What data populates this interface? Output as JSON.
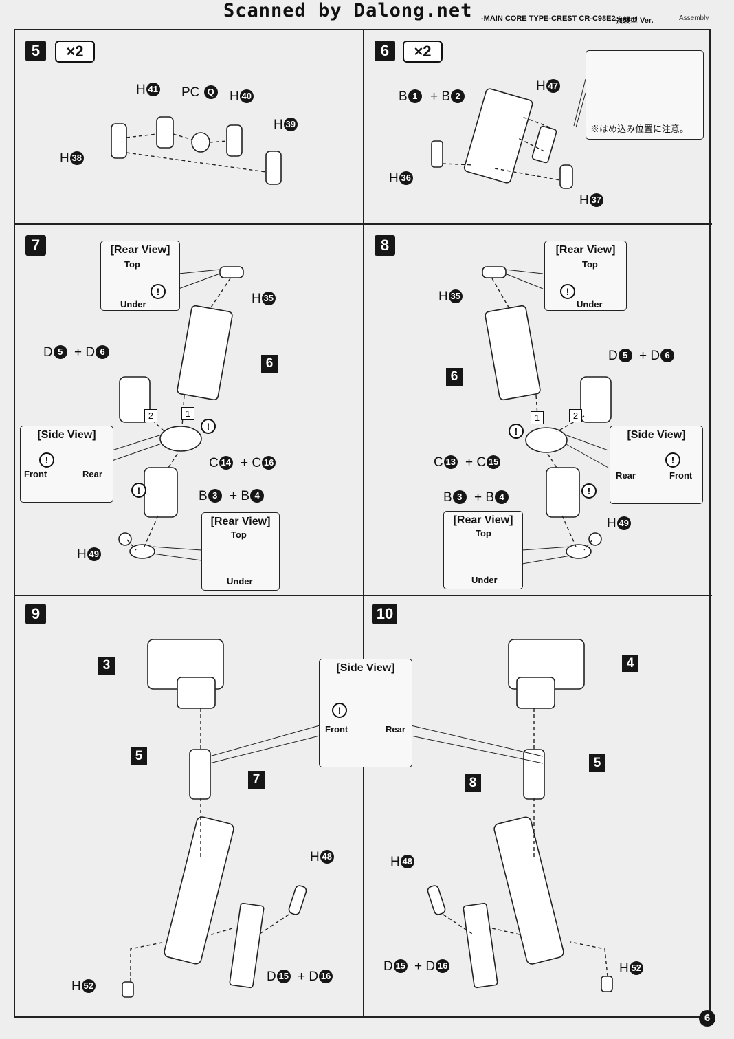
{
  "banner": "Scanned by Dalong.net",
  "header": {
    "model": "-MAIN CORE TYPE-CREST  CR-C98E2",
    "version": "強襲型 Ver.",
    "section": "Assembly"
  },
  "steps": {
    "s5": {
      "number": "5",
      "mult": "×2",
      "labels": {
        "h41": {
          "p": "H",
          "n": "41"
        },
        "pcq": {
          "p": "PC",
          "n": "Q"
        },
        "h40": {
          "p": "H",
          "n": "40"
        },
        "h39": {
          "p": "H",
          "n": "39"
        },
        "h38": {
          "p": "H",
          "n": "38"
        }
      }
    },
    "s6": {
      "number": "6",
      "mult": "×2",
      "labels": {
        "b1": {
          "p": "B",
          "n": "1"
        },
        "b2": {
          "p": "+ B",
          "n": "2"
        },
        "h47": {
          "p": "H",
          "n": "47"
        },
        "h36": {
          "p": "H",
          "n": "36"
        },
        "h37": {
          "p": "H",
          "n": "37"
        }
      },
      "note": "※はめ込み位置に注意。"
    },
    "s7": {
      "number": "7",
      "labels": {
        "h35": {
          "p": "H",
          "n": "35"
        },
        "d5": {
          "p": "D",
          "n": "5"
        },
        "d6": {
          "p": "+ D",
          "n": "6"
        },
        "c14": {
          "p": "C",
          "n": "14"
        },
        "c16": {
          "p": "+ C",
          "n": "16"
        },
        "b3": {
          "p": "B",
          "n": "3"
        },
        "b4": {
          "p": "+ B",
          "n": "4"
        },
        "h49": {
          "p": "H",
          "n": "49"
        }
      },
      "callout": "6",
      "order1": "1",
      "order2": "2",
      "rear_view_top": {
        "title": "[Rear View]",
        "top": "Top",
        "under": "Under"
      },
      "side_view": {
        "title": "[Side View]",
        "front": "Front",
        "rear": "Rear"
      },
      "rear_view_bottom": {
        "title": "[Rear View]",
        "top": "Top",
        "under": "Under"
      }
    },
    "s8": {
      "number": "8",
      "labels": {
        "h35": {
          "p": "H",
          "n": "35"
        },
        "d5": {
          "p": "D",
          "n": "5"
        },
        "d6": {
          "p": "+ D",
          "n": "6"
        },
        "c13": {
          "p": "C",
          "n": "13"
        },
        "c15": {
          "p": "+ C",
          "n": "15"
        },
        "b3": {
          "p": "B",
          "n": "3"
        },
        "b4": {
          "p": "+ B",
          "n": "4"
        },
        "h49": {
          "p": "H",
          "n": "49"
        }
      },
      "callout": "6",
      "order1": "1",
      "order2": "2",
      "rear_view_top": {
        "title": "[Rear View]",
        "top": "Top",
        "under": "Under"
      },
      "side_view": {
        "title": "[Side View]",
        "front": "Front",
        "rear": "Rear"
      },
      "rear_view_bottom": {
        "title": "[Rear View]",
        "top": "Top",
        "under": "Under"
      }
    },
    "s9": {
      "number": "9",
      "callouts": {
        "c3": "3",
        "c5": "5",
        "c7": "7"
      },
      "labels": {
        "h48": {
          "p": "H",
          "n": "48"
        },
        "d15": {
          "p": "D",
          "n": "15"
        },
        "d16": {
          "p": "+ D",
          "n": "16"
        },
        "h52": {
          "p": "H",
          "n": "52"
        }
      }
    },
    "s10": {
      "number": "10",
      "callouts": {
        "c4": "4",
        "c5": "5",
        "c8": "8"
      },
      "labels": {
        "h48": {
          "p": "H",
          "n": "48"
        },
        "d15": {
          "p": "D",
          "n": "15"
        },
        "d16": {
          "p": "+ D",
          "n": "16"
        },
        "h52": {
          "p": "H",
          "n": "52"
        }
      }
    },
    "center_side_view": {
      "title": "[Side View]",
      "front": "Front",
      "rear": "Rear"
    }
  },
  "warning_symbol": "!",
  "page_number": "6"
}
